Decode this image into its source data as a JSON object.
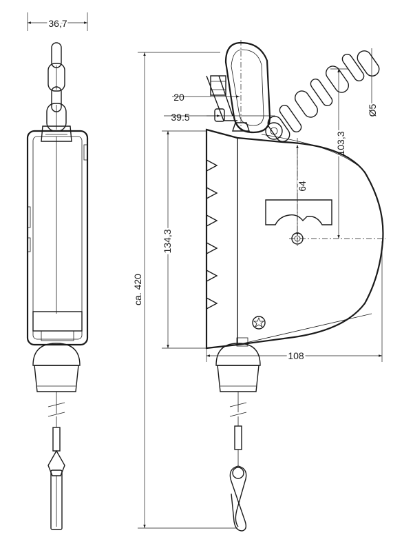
{
  "dimensions": {
    "width_side": "36,7",
    "hook_width": "20",
    "hook_offset": "39.5",
    "overall_length": "ca. 420",
    "body_height": "134,3",
    "axis_height": "64",
    "top_height": "103,3",
    "chain_diameter": "Ø5",
    "body_depth": "108"
  },
  "colors": {
    "line": "#1a1a1a",
    "background": "#ffffff"
  }
}
